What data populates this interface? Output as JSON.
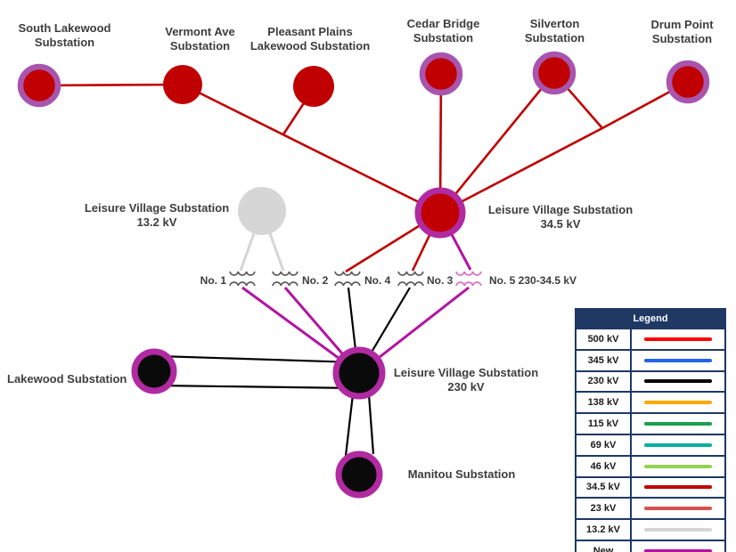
{
  "colors": {
    "v500": "#FF0000",
    "v345": "#2363E6",
    "v230": "#000000",
    "v138": "#FFA800",
    "v115": "#1CA04E",
    "v69": "#00B09E",
    "v46": "#94D154",
    "v34_5": "#C00000",
    "v23": "#D4534F",
    "v13_2": "#D5D5D5",
    "new": "#B313A2",
    "ring_top": "#A855AE",
    "ring_new": "#B12AA2",
    "coil_gray": "#595959",
    "coil_new": "#DB6CBF",
    "node_red": "#C00000",
    "node_black": "#0A0A0A",
    "node_gray": "#D6D6D6",
    "legend_header_bg": "#1F3864",
    "legend_border": "#1F3864",
    "label_text": "#3D3D3D"
  },
  "nodes": {
    "south_lakewood": {
      "l1": "South Lakewood",
      "l2": "Substation"
    },
    "vermont": {
      "l1": "Vermont Ave",
      "l2": "Substation"
    },
    "pleasant": {
      "l1": "Pleasant Plains",
      "l2": "Lakewood Substation"
    },
    "cedar": {
      "l1": "Cedar Bridge",
      "l2": "Substation"
    },
    "silverton": {
      "l1": "Silverton",
      "l2": "Substation"
    },
    "drum": {
      "l1": "Drum Point",
      "l2": "Substation"
    },
    "lv13": {
      "l1": "Leisure Village Substation",
      "l2": "13.2 kV"
    },
    "lv345": {
      "l1": "Leisure Village Substation",
      "l2": "34.5 kV"
    },
    "lakewood": {
      "l1": "Lakewood Substation"
    },
    "lv230": {
      "l1": "Leisure Village Substation",
      "l2": "230 kV"
    },
    "manitou": {
      "l1": "Manitou Substation"
    }
  },
  "transformers": {
    "t1": "No. 1",
    "t2": "No. 2",
    "t4": "No. 4",
    "t3": "No. 3",
    "t5": "No. 5 230-34.5 kV"
  },
  "legend": {
    "title": "Legend",
    "entries": [
      {
        "label": "500 kV",
        "color": "#FF0000"
      },
      {
        "label": "345 kV",
        "color": "#2363E6"
      },
      {
        "label": "230 kV",
        "color": "#000000"
      },
      {
        "label": "138 kV",
        "color": "#FFA800"
      },
      {
        "label": "115 kV",
        "color": "#1CA04E"
      },
      {
        "label": "69 kV",
        "color": "#00B09E"
      },
      {
        "label": "46 kV",
        "color": "#94D154"
      },
      {
        "label": "34.5 kV",
        "color": "#C00000"
      },
      {
        "label": "23 kV",
        "color": "#D4524E"
      },
      {
        "label": "13.2 kV",
        "color": "#D5D5D5"
      },
      {
        "label": "New",
        "color": "#B313A2"
      }
    ]
  }
}
